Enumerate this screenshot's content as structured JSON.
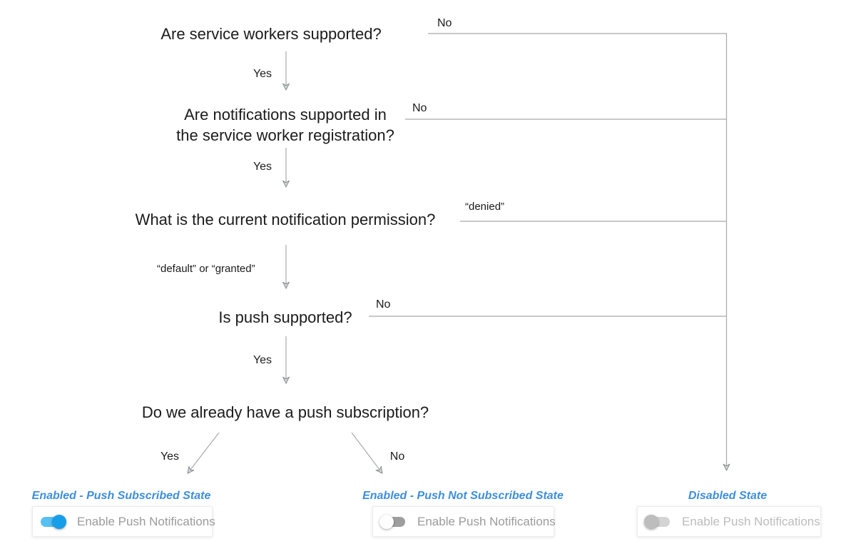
{
  "diagram": {
    "questions": [
      {
        "text": "Are service workers supported?"
      },
      {
        "text_lines": [
          "Are notifications supported in",
          "the service worker registration?"
        ]
      },
      {
        "text": "What is the current notification permission?"
      },
      {
        "text": "Is push supported?"
      },
      {
        "text": "Do we already have a push subscription?"
      }
    ],
    "labels": {
      "q1_yes": "Yes",
      "q1_no": "No",
      "q2_yes": "Yes",
      "q2_no": "No",
      "q3_yes": "“default” or “granted”",
      "q3_no": "“denied”",
      "q4_yes": "Yes",
      "q4_no": "No",
      "q5_yes": "Yes",
      "q5_no": "No"
    }
  },
  "states": [
    {
      "title": "Enabled - Push Subscribed State",
      "toggle_state": "on",
      "toggle_label": "Enable Push Notifications"
    },
    {
      "title": "Enabled - Push Not Subscribed State",
      "toggle_state": "off",
      "toggle_label": "Enable Push Notifications"
    },
    {
      "title": "Disabled State",
      "toggle_state": "disabled",
      "toggle_label": "Enable Push Notifications"
    }
  ],
  "colors": {
    "connector_line": "#a9a9a9",
    "question_text": "#1b1b1b",
    "state_title": "#3e8ed9",
    "toggle_on_track": "#56c0f1",
    "toggle_on_thumb": "#189de9",
    "toggle_off_track": "#9e9e9e",
    "toggle_off_thumb": "#fdfdfd",
    "toggle_disabled_track": "#d4d4d4",
    "toggle_disabled_thumb": "#bdbdbd",
    "toggle_label": "#9b9b9b",
    "toggle_label_disabled": "#bcbcbc"
  }
}
